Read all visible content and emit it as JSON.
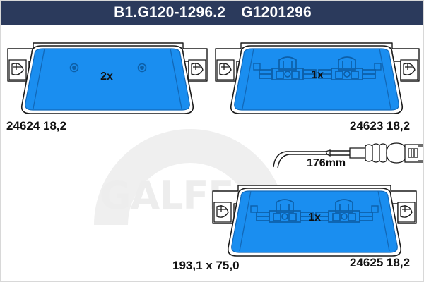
{
  "header": {
    "part_code": "B1.G120-1296.2",
    "reference_code": "G1201296",
    "bg_color": "#2b3a5c",
    "text_color": "#ffffff"
  },
  "watermark": {
    "brand": "GALFER",
    "color": "#ededed"
  },
  "colors": {
    "pad_blue": "#1a8ef0",
    "pad_blue_dark": "#1172c4",
    "outline": "#1a1a1a",
    "label_text": "#111111"
  },
  "pads": [
    {
      "id": "pad-top-left",
      "quantity": "2x",
      "part_number": "24624",
      "thickness": "18,2",
      "label": "24624 18,2",
      "has_sensor_cutout": false,
      "has_spring_clips": false,
      "hole_count": 2
    },
    {
      "id": "pad-top-right",
      "quantity": "1x",
      "part_number": "24623",
      "thickness": "18,2",
      "label": "24623 18,2",
      "has_sensor_cutout": false,
      "has_spring_clips": true,
      "hole_count": 0
    },
    {
      "id": "pad-bottom",
      "quantity": "1x",
      "part_number": "24625",
      "thickness": "18,2",
      "label": "24625 18,2",
      "has_sensor_cutout": false,
      "has_spring_clips": true,
      "hole_count": 0
    }
  ],
  "sensor": {
    "name": "wear-sensor",
    "length_label": "176mm"
  },
  "dimensions": {
    "overall": "193,1 x 75,0"
  }
}
